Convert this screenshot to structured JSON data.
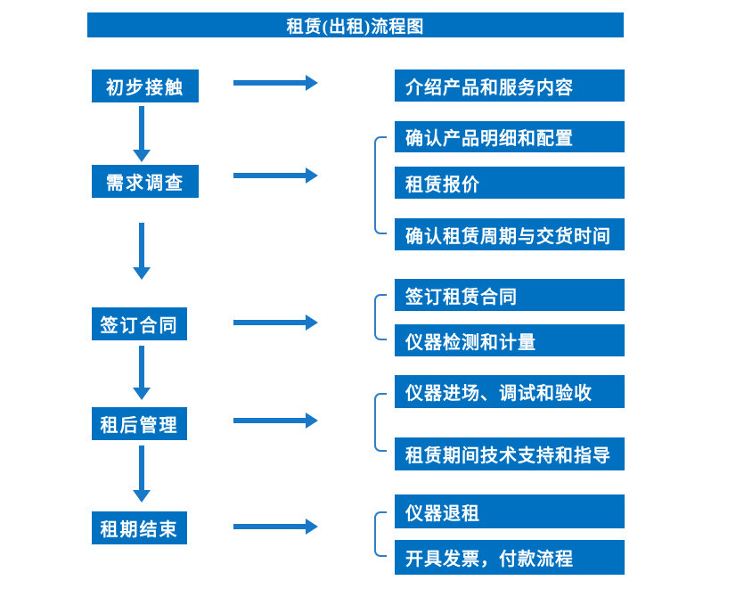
{
  "title": "租赁(出租)流程图",
  "colors": {
    "box_blue": "#0070C0",
    "arrow_blue": "#1878C8",
    "bracket_blue": "#2E7FC4",
    "text_white": "#FFFFFF",
    "background": "#FFFFFF"
  },
  "stages": [
    {
      "label": "初步接触",
      "details": [
        "介绍产品和服务内容"
      ]
    },
    {
      "label": "需求调查",
      "details": [
        "确认产品明细和配置",
        "租赁报价",
        "确认租赁周期与交货时间"
      ]
    },
    {
      "label": "签订合同",
      "details": [
        "签订租赁合同",
        "仪器检测和计量"
      ]
    },
    {
      "label": "租后管理",
      "details": [
        "仪器进场、调试和验收",
        "租赁期间技术支持和指导"
      ]
    },
    {
      "label": "租期结束",
      "details": [
        "仪器退租",
        "开具发票，付款流程"
      ]
    }
  ]
}
